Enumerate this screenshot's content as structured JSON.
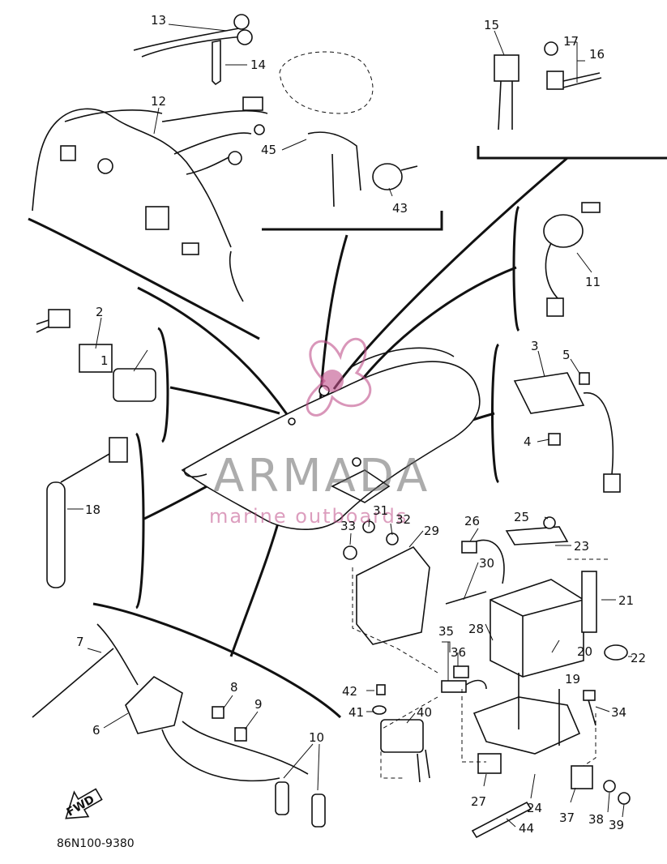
{
  "diagram": {
    "code": "86N100-9380",
    "direction_arrow": "FWD",
    "watermark": {
      "brand": "ARMADA",
      "tagline": "marine outboards",
      "accent": "#c0508a"
    },
    "part_numbers": [
      "1",
      "2",
      "3",
      "4",
      "5",
      "6",
      "7",
      "8",
      "9",
      "10",
      "11",
      "12",
      "13",
      "14",
      "15",
      "16",
      "17",
      "18",
      "19",
      "20",
      "21",
      "22",
      "23",
      "24",
      "25",
      "26",
      "27",
      "28",
      "29",
      "30",
      "31",
      "32",
      "33",
      "34",
      "35",
      "36",
      "37",
      "38",
      "39",
      "40",
      "41",
      "42",
      "43",
      "44",
      "45"
    ]
  }
}
